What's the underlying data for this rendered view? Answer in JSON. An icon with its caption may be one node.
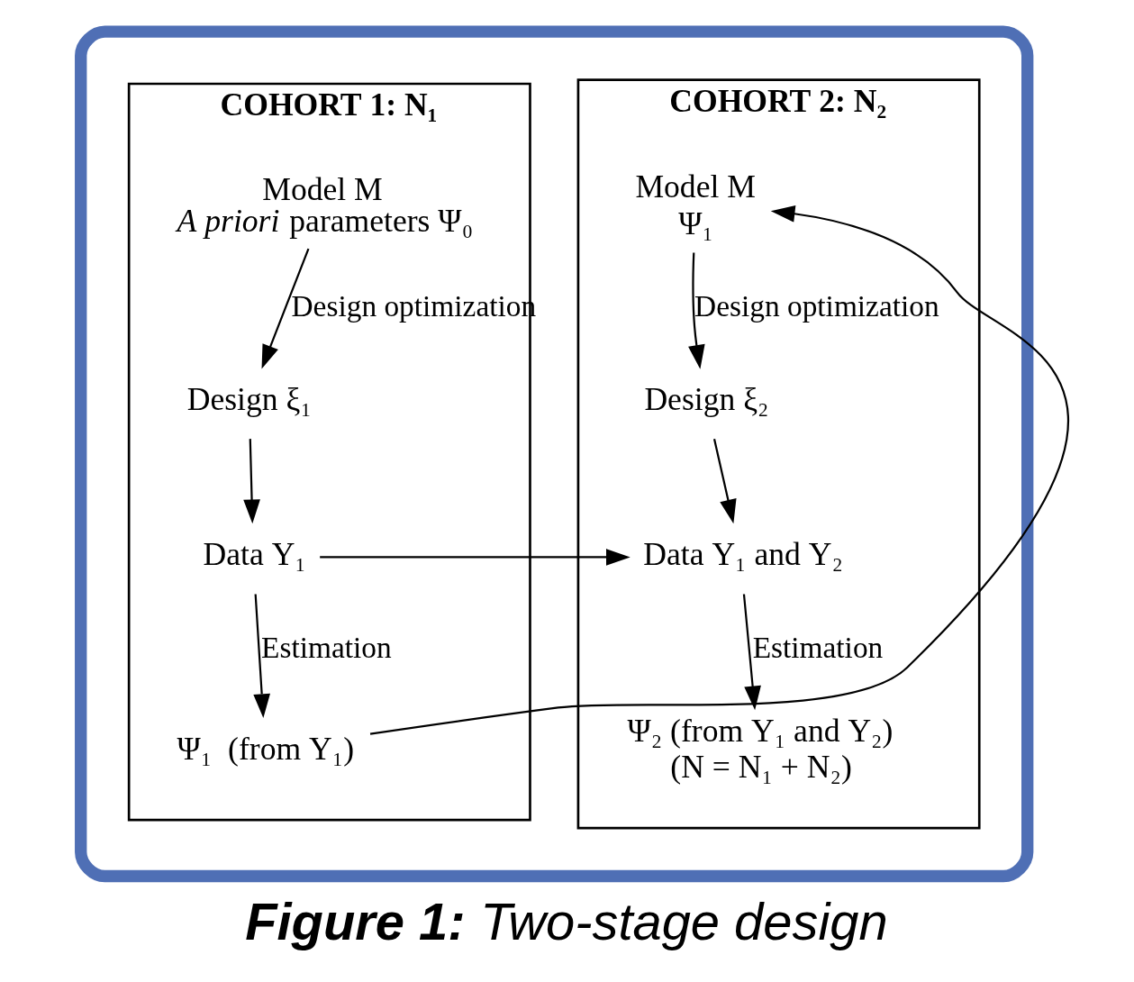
{
  "diagram": {
    "caption": "**Figure 1:** Two-stage design",
    "nodes": [
      {
        "text": [],
        "shape": "box"
      },
      {
        "text": [
          "COHORT 1: N₁"
        ],
        "in": 0
      },
      {
        "text": [
          "Model M",
          "*A priori* parameters Ψ₀"
        ],
        "in": 1
      },
      {
        "text": [
          "Design ξ₁"
        ],
        "in": 1
      },
      {
        "text": [
          "Data Y₁"
        ],
        "in": 1
      },
      {
        "text": [
          "Ψ₁  (from Y₁)"
        ],
        "in": 1
      },
      {
        "text": [
          "COHORT 2: N₂"
        ],
        "in": 0
      },
      {
        "text": [
          "Model M",
          "Ψ₁"
        ],
        "in": 6
      },
      {
        "text": [
          "Design ξ₂"
        ],
        "in": 6
      },
      {
        "text": [
          "Data Y₁ and Y₂"
        ],
        "in": 6
      },
      {
        "text": [
          "Ψ₂ (from Y₁ and Y₂)",
          "(N = N₁ + N₂)"
        ],
        "in": 6
      }
    ],
    "edges": [
      {
        "from": 2,
        "to": 3,
        "arrow": "to",
        "label": "Design optimization"
      },
      {
        "from": 3,
        "to": 4,
        "arrow": "to"
      },
      {
        "from": 4,
        "to": 5,
        "arrow": "to",
        "label": "Estimation"
      },
      {
        "from": 5,
        "to": 7,
        "arrow": "to"
      },
      {
        "from": 4,
        "to": 9,
        "arrow": "to"
      },
      {
        "from": 7,
        "to": 8,
        "arrow": "to",
        "label": "Design optimization"
      },
      {
        "from": 8,
        "to": 9,
        "arrow": "to"
      },
      {
        "from": 9,
        "to": 10,
        "arrow": "to",
        "label": "Estimation"
      }
    ]
  }
}
